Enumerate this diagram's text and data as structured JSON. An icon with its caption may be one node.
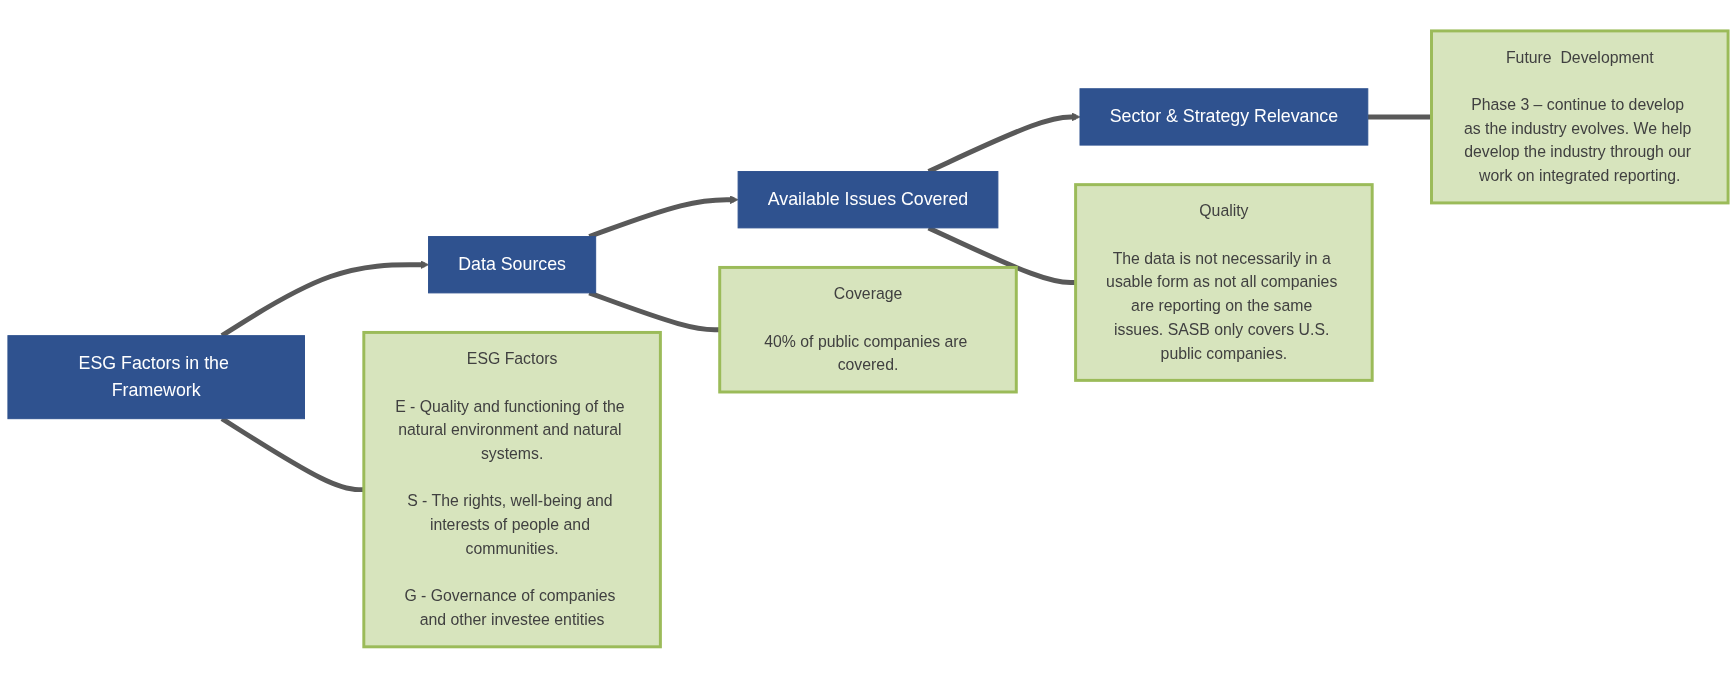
{
  "diagram": {
    "nodes": [
      {
        "text": [
          "ESG Factors in the Framework"
        ]
      },
      {
        "text": [
          "Data Sources"
        ]
      },
      {
        "text": [
          "Available Issues Covered"
        ]
      },
      {
        "text": [
          "Sector & Strategy Relevance"
        ]
      },
      {
        "text": [
          "ESG Factors",
          "E - Quality and functioning of the natural environment and natural systems.",
          "S - The rights, well-being and interests of people and communities.",
          "G - Governance of companies and other investee entities"
        ]
      },
      {
        "text": [
          "Coverage",
          "40% of public companies are covered."
        ]
      },
      {
        "text": [
          "Quality",
          "The data is not necessarily in a usable form as not all companies are reporting on the same issues. SASB only covers U.S. public companies."
        ]
      },
      {
        "text": [
          "Future  Development",
          "Phase 3 – continue to develop as the industry evolves. We help develop the industry through our work on integrated reporting."
        ]
      }
    ],
    "edges": [
      {
        "from": 0,
        "to": 1,
        "arrow": "to"
      },
      {
        "from": 1,
        "to": 2,
        "arrow": "to"
      },
      {
        "from": 2,
        "to": 3,
        "arrow": "to"
      },
      {
        "from": 0,
        "to": 4,
        "arrow": "none"
      },
      {
        "from": 1,
        "to": 5,
        "arrow": "none"
      },
      {
        "from": 2,
        "to": 6,
        "arrow": "none"
      },
      {
        "from": 3,
        "to": 7,
        "arrow": "none"
      }
    ]
  }
}
